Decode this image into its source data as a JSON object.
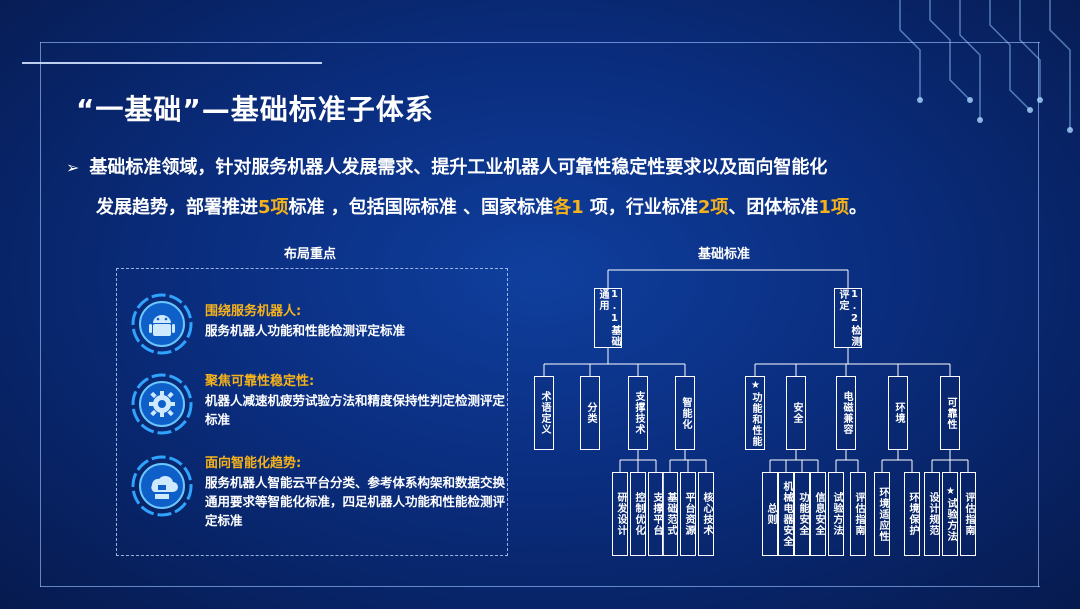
{
  "title": "“一基础”—基础标准子体系",
  "intro": {
    "arrow": "➢",
    "seg1": "基础标准领域，针对服务机器人发展需求、提升工业机器人可靠性稳定性要求以及面向智能化",
    "seg2": "发展趋势，部署推进",
    "hl1": "5项",
    "seg3": "标准 ，包括国际标准 、国家标准",
    "hl2": "各1",
    "seg4": " 项，行业标准",
    "hl3": "2项",
    "seg5": "、团体标准",
    "hl4": "1项",
    "seg6": "。"
  },
  "focus": {
    "label": "布局重点",
    "items": [
      {
        "heading": "围绕服务机器人:",
        "body": "服务机器人功能和性能检测评定标准",
        "icon": "android-robot-icon"
      },
      {
        "heading": "聚焦可靠性稳定性:",
        "body": "机器人减速机疲劳试验方法和精度保持性判定检测评定标准",
        "icon": "gear-icon"
      },
      {
        "heading": "面向智能化趋势:",
        "body": "服务机器人智能云平台分类、参考体系构架和数据交换通用要求等智能化标准，四足机器人功能和性能检测评定标准",
        "icon": "cloud-platform-icon"
      }
    ]
  },
  "tree": {
    "root": "基础标准",
    "nodes": {
      "n11": "1.1基础通用",
      "n12": "1.2检测评定",
      "a1": "术语定义",
      "a2": "分类",
      "a3": "支撑技术",
      "a4": "智能化",
      "b1": "★功能和性能",
      "b2": "安全",
      "b3": "电磁兼容",
      "b4": "环境",
      "b5": "可靠性",
      "c1": "研发设计",
      "c2": "控制优化",
      "c3": "支撑平台",
      "c4": "基础范式",
      "c5": "平台资源",
      "c6": "核心技术",
      "d1": "总则",
      "d2": "机械电器安全",
      "d3": "功能安全",
      "d4": "信息安全",
      "d5": "试验方法",
      "d6": "评估指南",
      "d7": "环境适应性",
      "d8": "环境保护",
      "d9": "设计规范",
      "d10": "★试验方法",
      "d11": "评估指南"
    }
  },
  "colors": {
    "background": "#0a2d7e",
    "highlight": "#f6b21b",
    "line": "#ffffff"
  }
}
